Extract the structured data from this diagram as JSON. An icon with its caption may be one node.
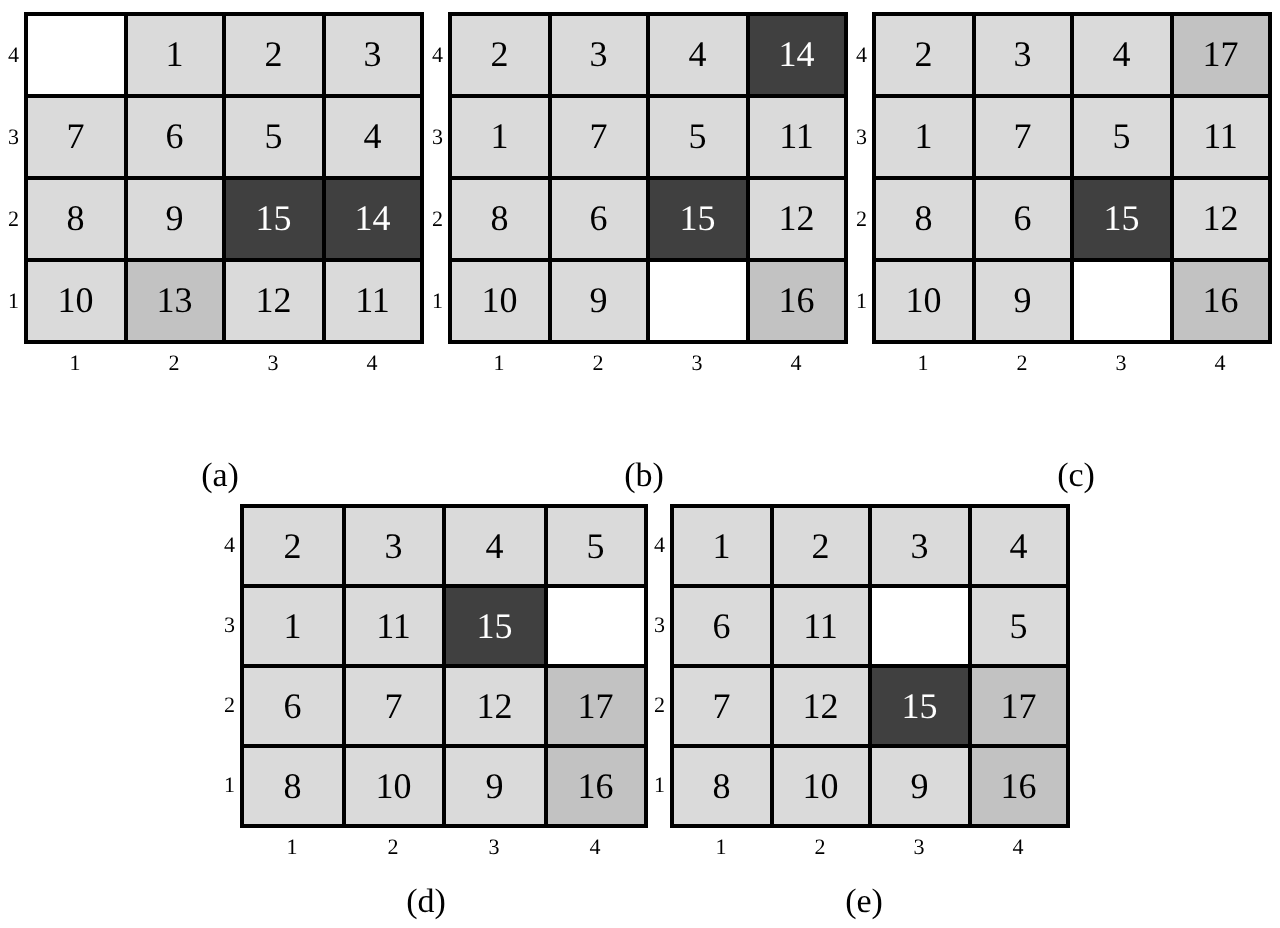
{
  "diagram": {
    "nodes": [
      {
        "text": [],
        "shape": "box"
      },
      {
        "text": [],
        "shape": "box",
        "in": 0
      },
      {
        "text": [
          "1"
        ],
        "in": 0
      },
      {
        "text": [
          "2"
        ],
        "in": 0
      },
      {
        "text": [
          "3"
        ],
        "in": 0
      },
      {
        "text": [
          "7"
        ],
        "in": 0
      },
      {
        "text": [
          "6"
        ],
        "in": 0
      },
      {
        "text": [
          "5"
        ],
        "in": 0
      },
      {
        "text": [
          "4"
        ],
        "in": 0
      },
      {
        "text": [
          "8"
        ],
        "in": 0
      },
      {
        "text": [
          "9"
        ],
        "in": 0
      },
      {
        "text": [
          "15"
        ],
        "in": 0
      },
      {
        "text": [
          "14"
        ],
        "in": 0
      },
      {
        "text": [
          "10"
        ],
        "in": 0
      },
      {
        "text": [
          "13"
        ],
        "in": 0
      },
      {
        "text": [
          "12"
        ],
        "in": 0
      },
      {
        "text": [
          "11"
        ],
        "in": 0
      },
      {
        "text": [],
        "shape": "box"
      },
      {
        "text": [
          "2"
        ],
        "in": 17
      },
      {
        "text": [
          "3"
        ],
        "in": 17
      },
      {
        "text": [
          "4"
        ],
        "in": 17
      },
      {
        "text": [
          "14"
        ],
        "in": 17
      },
      {
        "text": [
          "1"
        ],
        "in": 17
      },
      {
        "text": [
          "7"
        ],
        "in": 17
      },
      {
        "text": [
          "5"
        ],
        "in": 17
      },
      {
        "text": [
          "11"
        ],
        "in": 17
      },
      {
        "text": [
          "8"
        ],
        "in": 17
      },
      {
        "text": [
          "6"
        ],
        "in": 17
      },
      {
        "text": [
          "15"
        ],
        "in": 17
      },
      {
        "text": [
          "12"
        ],
        "in": 17
      },
      {
        "text": [
          "10"
        ],
        "in": 17
      },
      {
        "text": [
          "9"
        ],
        "in": 17
      },
      {
        "text": [],
        "shape": "box",
        "in": 17
      },
      {
        "text": [
          "16"
        ],
        "in": 17
      },
      {
        "text": [],
        "shape": "box"
      },
      {
        "text": [
          "2"
        ],
        "in": 34
      },
      {
        "text": [
          "3"
        ],
        "in": 34
      },
      {
        "text": [
          "4"
        ],
        "in": 34
      },
      {
        "text": [
          "17"
        ],
        "in": 34
      },
      {
        "text": [
          "1"
        ],
        "in": 34
      },
      {
        "text": [
          "7"
        ],
        "in": 34
      },
      {
        "text": [
          "5"
        ],
        "in": 34
      },
      {
        "text": [
          "11"
        ],
        "in": 34
      },
      {
        "text": [
          "8"
        ],
        "in": 34
      },
      {
        "text": [
          "6"
        ],
        "in": 34
      },
      {
        "text": [
          "15"
        ],
        "in": 34
      },
      {
        "text": [
          "12"
        ],
        "in": 34
      },
      {
        "text": [
          "10"
        ],
        "in": 34
      },
      {
        "text": [
          "9"
        ],
        "in": 34
      },
      {
        "text": [],
        "shape": "box",
        "in": 34
      },
      {
        "text": [
          "16"
        ],
        "in": 34
      },
      {
        "text": [],
        "shape": "box"
      },
      {
        "text": [
          "2"
        ],
        "in": 51
      },
      {
        "text": [
          "3"
        ],
        "in": 51
      },
      {
        "text": [
          "4"
        ],
        "in": 51
      },
      {
        "text": [
          "5"
        ],
        "in": 51
      },
      {
        "text": [
          "1"
        ],
        "in": 51
      },
      {
        "text": [
          "11"
        ],
        "in": 51
      },
      {
        "text": [
          "15"
        ],
        "in": 51
      },
      {
        "text": [],
        "shape": "box",
        "in": 51
      },
      {
        "text": [
          "6"
        ],
        "in": 51
      },
      {
        "text": [
          "7"
        ],
        "in": 51
      },
      {
        "text": [
          "12"
        ],
        "in": 51
      },
      {
        "text": [
          "17"
        ],
        "in": 51
      },
      {
        "text": [
          "8"
        ],
        "in": 51
      },
      {
        "text": [
          "10"
        ],
        "in": 51
      },
      {
        "text": [
          "9"
        ],
        "in": 51
      },
      {
        "text": [
          "16"
        ],
        "in": 51
      },
      {
        "text": [],
        "shape": "box"
      },
      {
        "text": [
          "1"
        ],
        "in": 68
      },
      {
        "text": [
          "2"
        ],
        "in": 68
      },
      {
        "text": [
          "3"
        ],
        "in": 68
      },
      {
        "text": [
          "4"
        ],
        "in": 68
      },
      {
        "text": [
          "6"
        ],
        "in": 68
      },
      {
        "text": [
          "11"
        ],
        "in": 68
      },
      {
        "text": [],
        "shape": "box",
        "in": 68
      },
      {
        "text": [
          "5"
        ],
        "in": 68
      },
      {
        "text": [
          "7"
        ],
        "in": 68
      },
      {
        "text": [
          "12"
        ],
        "in": 68
      },
      {
        "text": [
          "15"
        ],
        "in": 68
      },
      {
        "text": [
          "17"
        ],
        "in": 68
      },
      {
        "text": [
          "8"
        ],
        "in": 68
      },
      {
        "text": [
          "10"
        ],
        "in": 68
      },
      {
        "text": [
          "9"
        ],
        "in": 68
      },
      {
        "text": [
          "16"
        ],
        "in": 68
      }
    ],
    "labels": [
      "4",
      "3",
      "2",
      "1",
      "1",
      "2",
      "3",
      "4",
      "4",
      "3",
      "2",
      "1",
      "1",
      "2",
      "3",
      "4",
      "4",
      "3",
      "2",
      "1",
      "1",
      "2",
      "3",
      "4",
      "(a)",
      "(b)",
      "(c)",
      "4",
      "3",
      "2",
      "1",
      "1",
      "2",
      "3",
      "4",
      "4",
      "3",
      "2",
      "1",
      "1",
      "2",
      "3",
      "4",
      "(d)",
      "(e)"
    ]
  }
}
